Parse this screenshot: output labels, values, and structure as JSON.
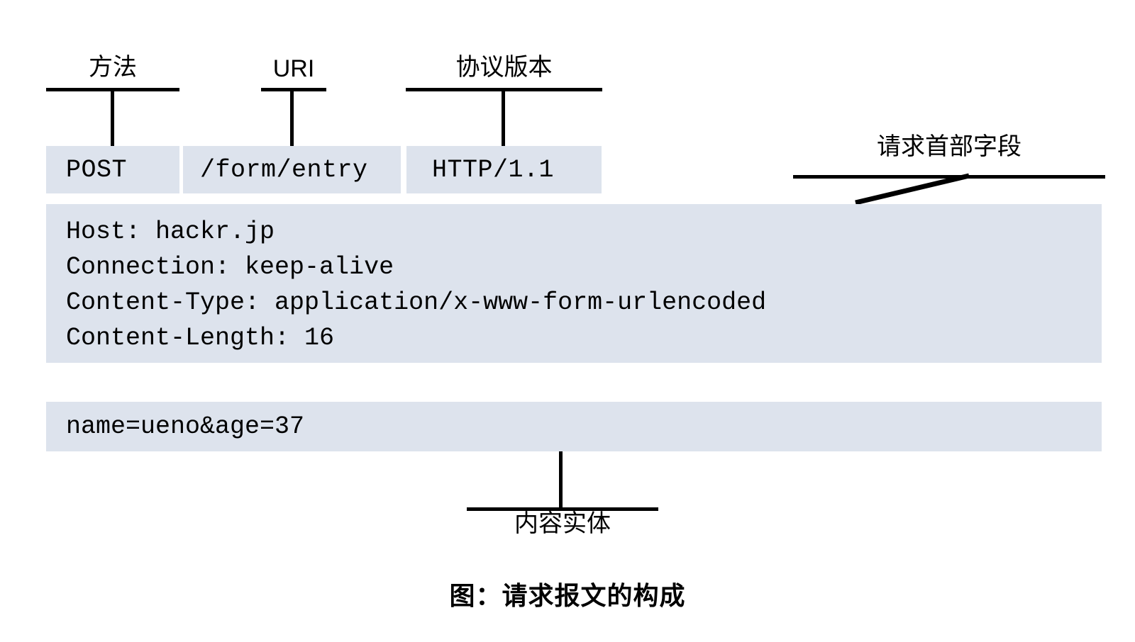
{
  "diagram": {
    "caption": "图：请求报文的构成",
    "accent_color": "#dde3ed",
    "line_color": "#000000",
    "start_line": {
      "method": {
        "label": "方法",
        "value": "POST"
      },
      "uri": {
        "label": "URI",
        "value": "/form/entry"
      },
      "version": {
        "label": "协议版本",
        "value": "HTTP/1.1"
      }
    },
    "header_fields": {
      "label": "请求首部字段",
      "lines": [
        "Host: hackr.jp",
        "Connection: keep-alive",
        "Content-Type: application/x-www-form-urlencoded",
        "Content-Length: 16"
      ],
      "text": "Host: hackr.jp\nConnection: keep-alive\nContent-Type: application/x-www-form-urlencoded\nContent-Length: 16"
    },
    "entity_body": {
      "label": "内容实体",
      "value": "name=ueno&age=37"
    }
  }
}
